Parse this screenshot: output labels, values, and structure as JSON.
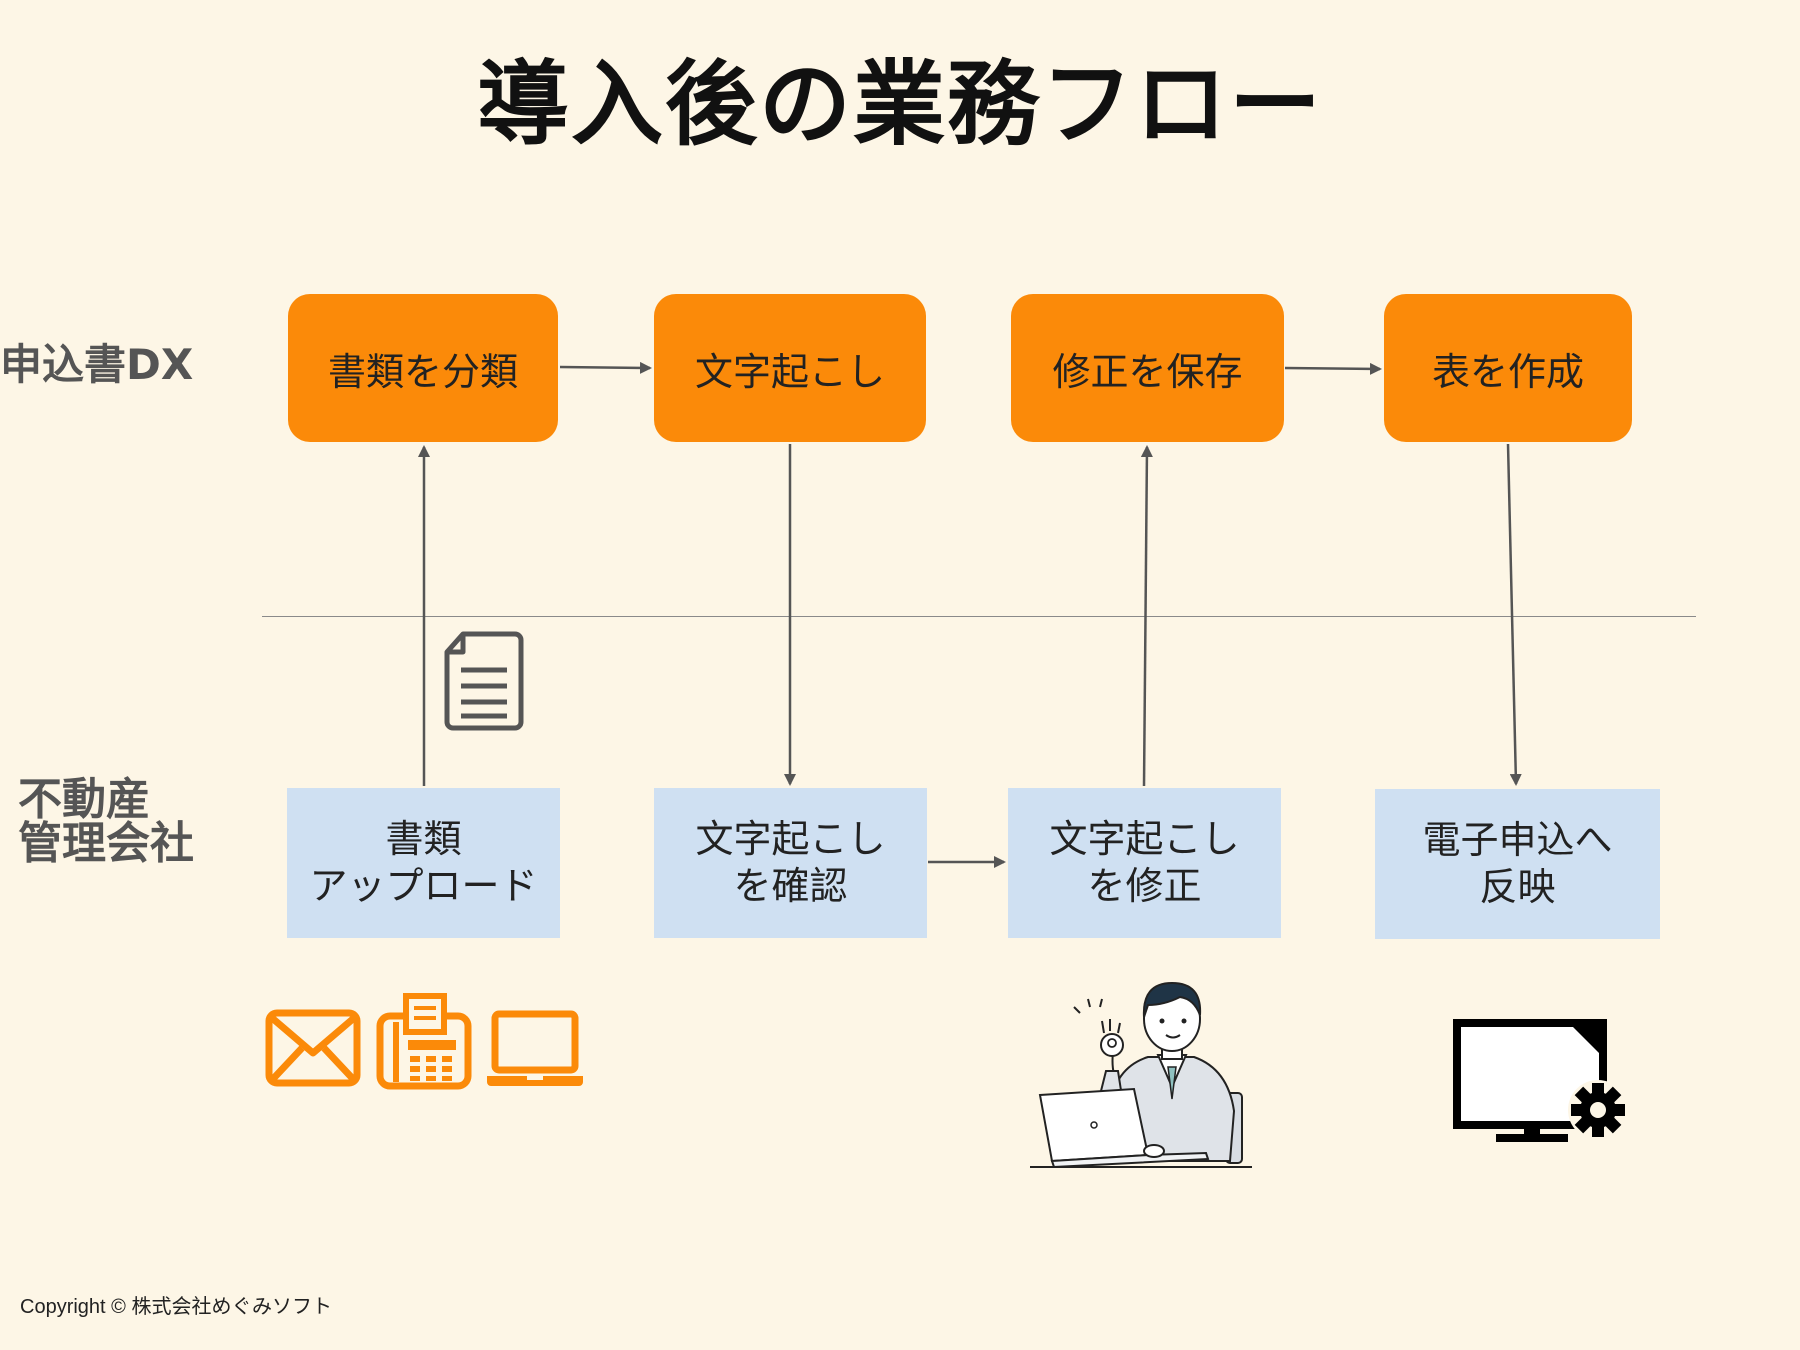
{
  "title": "導入後の業務フロー",
  "lanes": {
    "top": "申込書DX",
    "bottom_line1": "不動産",
    "bottom_line2": "管理会社"
  },
  "dx_steps": [
    "書類を分類",
    "文字起こし",
    "修正を保存",
    "表を作成"
  ],
  "company_steps": [
    {
      "line1": "書類",
      "line2": "アップロード"
    },
    {
      "line1": "文字起こし",
      "line2": "を確認"
    },
    {
      "line1": "文字起こし",
      "line2": "を修正"
    },
    {
      "line1": "電子申込へ",
      "line2": "反映"
    }
  ],
  "icons": {
    "document": "document-icon",
    "mail": "mail-icon",
    "fax": "fax-icon",
    "laptop": "laptop-icon",
    "person": "businessman-ok-laptop-illustration",
    "monitor": "monitor-gear-icon"
  },
  "colors": {
    "background": "#fdf6e6",
    "dx_box": "#fb8a09",
    "company_box": "#cfe0f2",
    "arrow": "#555555",
    "device_icons": "#fb8a09"
  },
  "copyright": "Copyright © 株式会社めぐみソフト"
}
